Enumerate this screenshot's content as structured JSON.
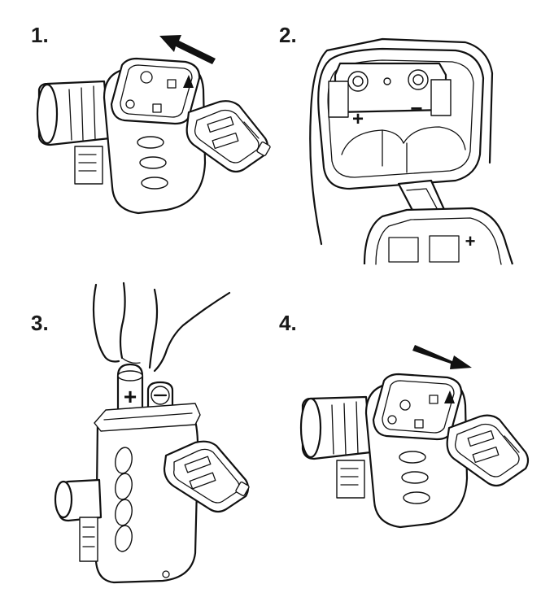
{
  "steps": [
    {
      "label": "1."
    },
    {
      "label": "2."
    },
    {
      "label": "3."
    },
    {
      "label": "4."
    }
  ],
  "device_markings": {
    "polarity_plus": "+",
    "polarity_minus": "−"
  },
  "colors": {
    "line": "#111111",
    "background": "#ffffff"
  }
}
